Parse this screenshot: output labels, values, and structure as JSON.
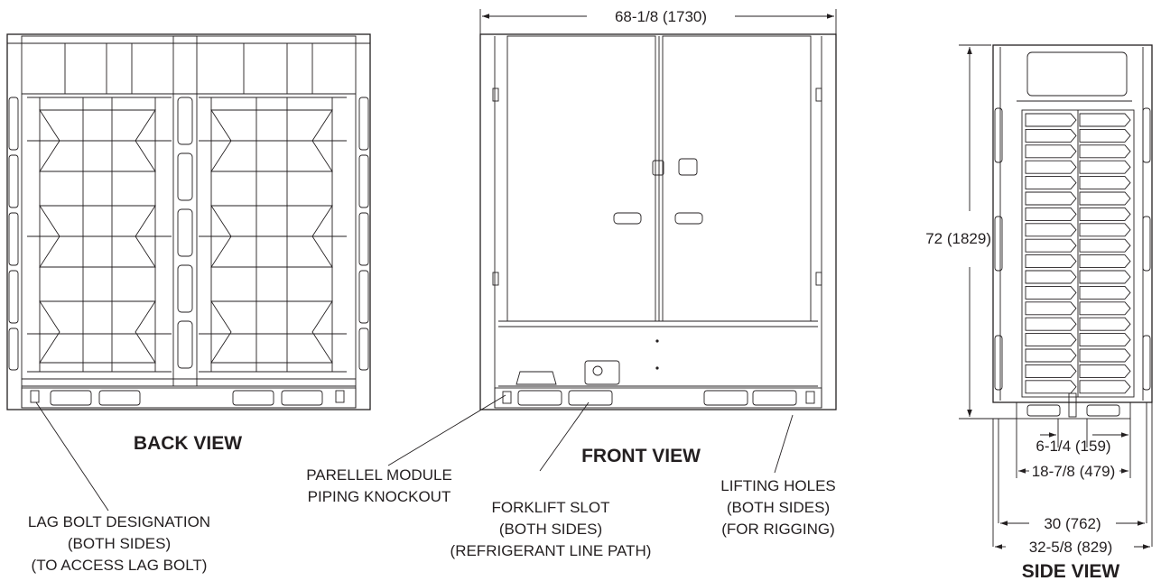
{
  "views": {
    "back": "BACK VIEW",
    "front": "FRONT VIEW",
    "side": "SIDE VIEW"
  },
  "dimensions": {
    "width_top": "68-1/8 (1730)",
    "height": "72 (1829)",
    "d1": "6-1/4 (159)",
    "d2": "18-7/8 (479)",
    "d3": "30 (762)",
    "d4": "32-5/8 (829)"
  },
  "callouts": {
    "lag_bolt": [
      "LAG BOLT DESIGNATION",
      "(BOTH SIDES)",
      "(TO ACCESS LAG BOLT)"
    ],
    "parallel": [
      "PARELLEL MODULE",
      "PIPING KNOCKOUT"
    ],
    "forklift": [
      "FORKLIFT SLOT",
      "(BOTH SIDES)",
      "(REFRIGERANT LINE PATH)"
    ],
    "lifting": [
      "LIFTING HOLES",
      "(BOTH SIDES)",
      "(FOR RIGGING)"
    ]
  }
}
